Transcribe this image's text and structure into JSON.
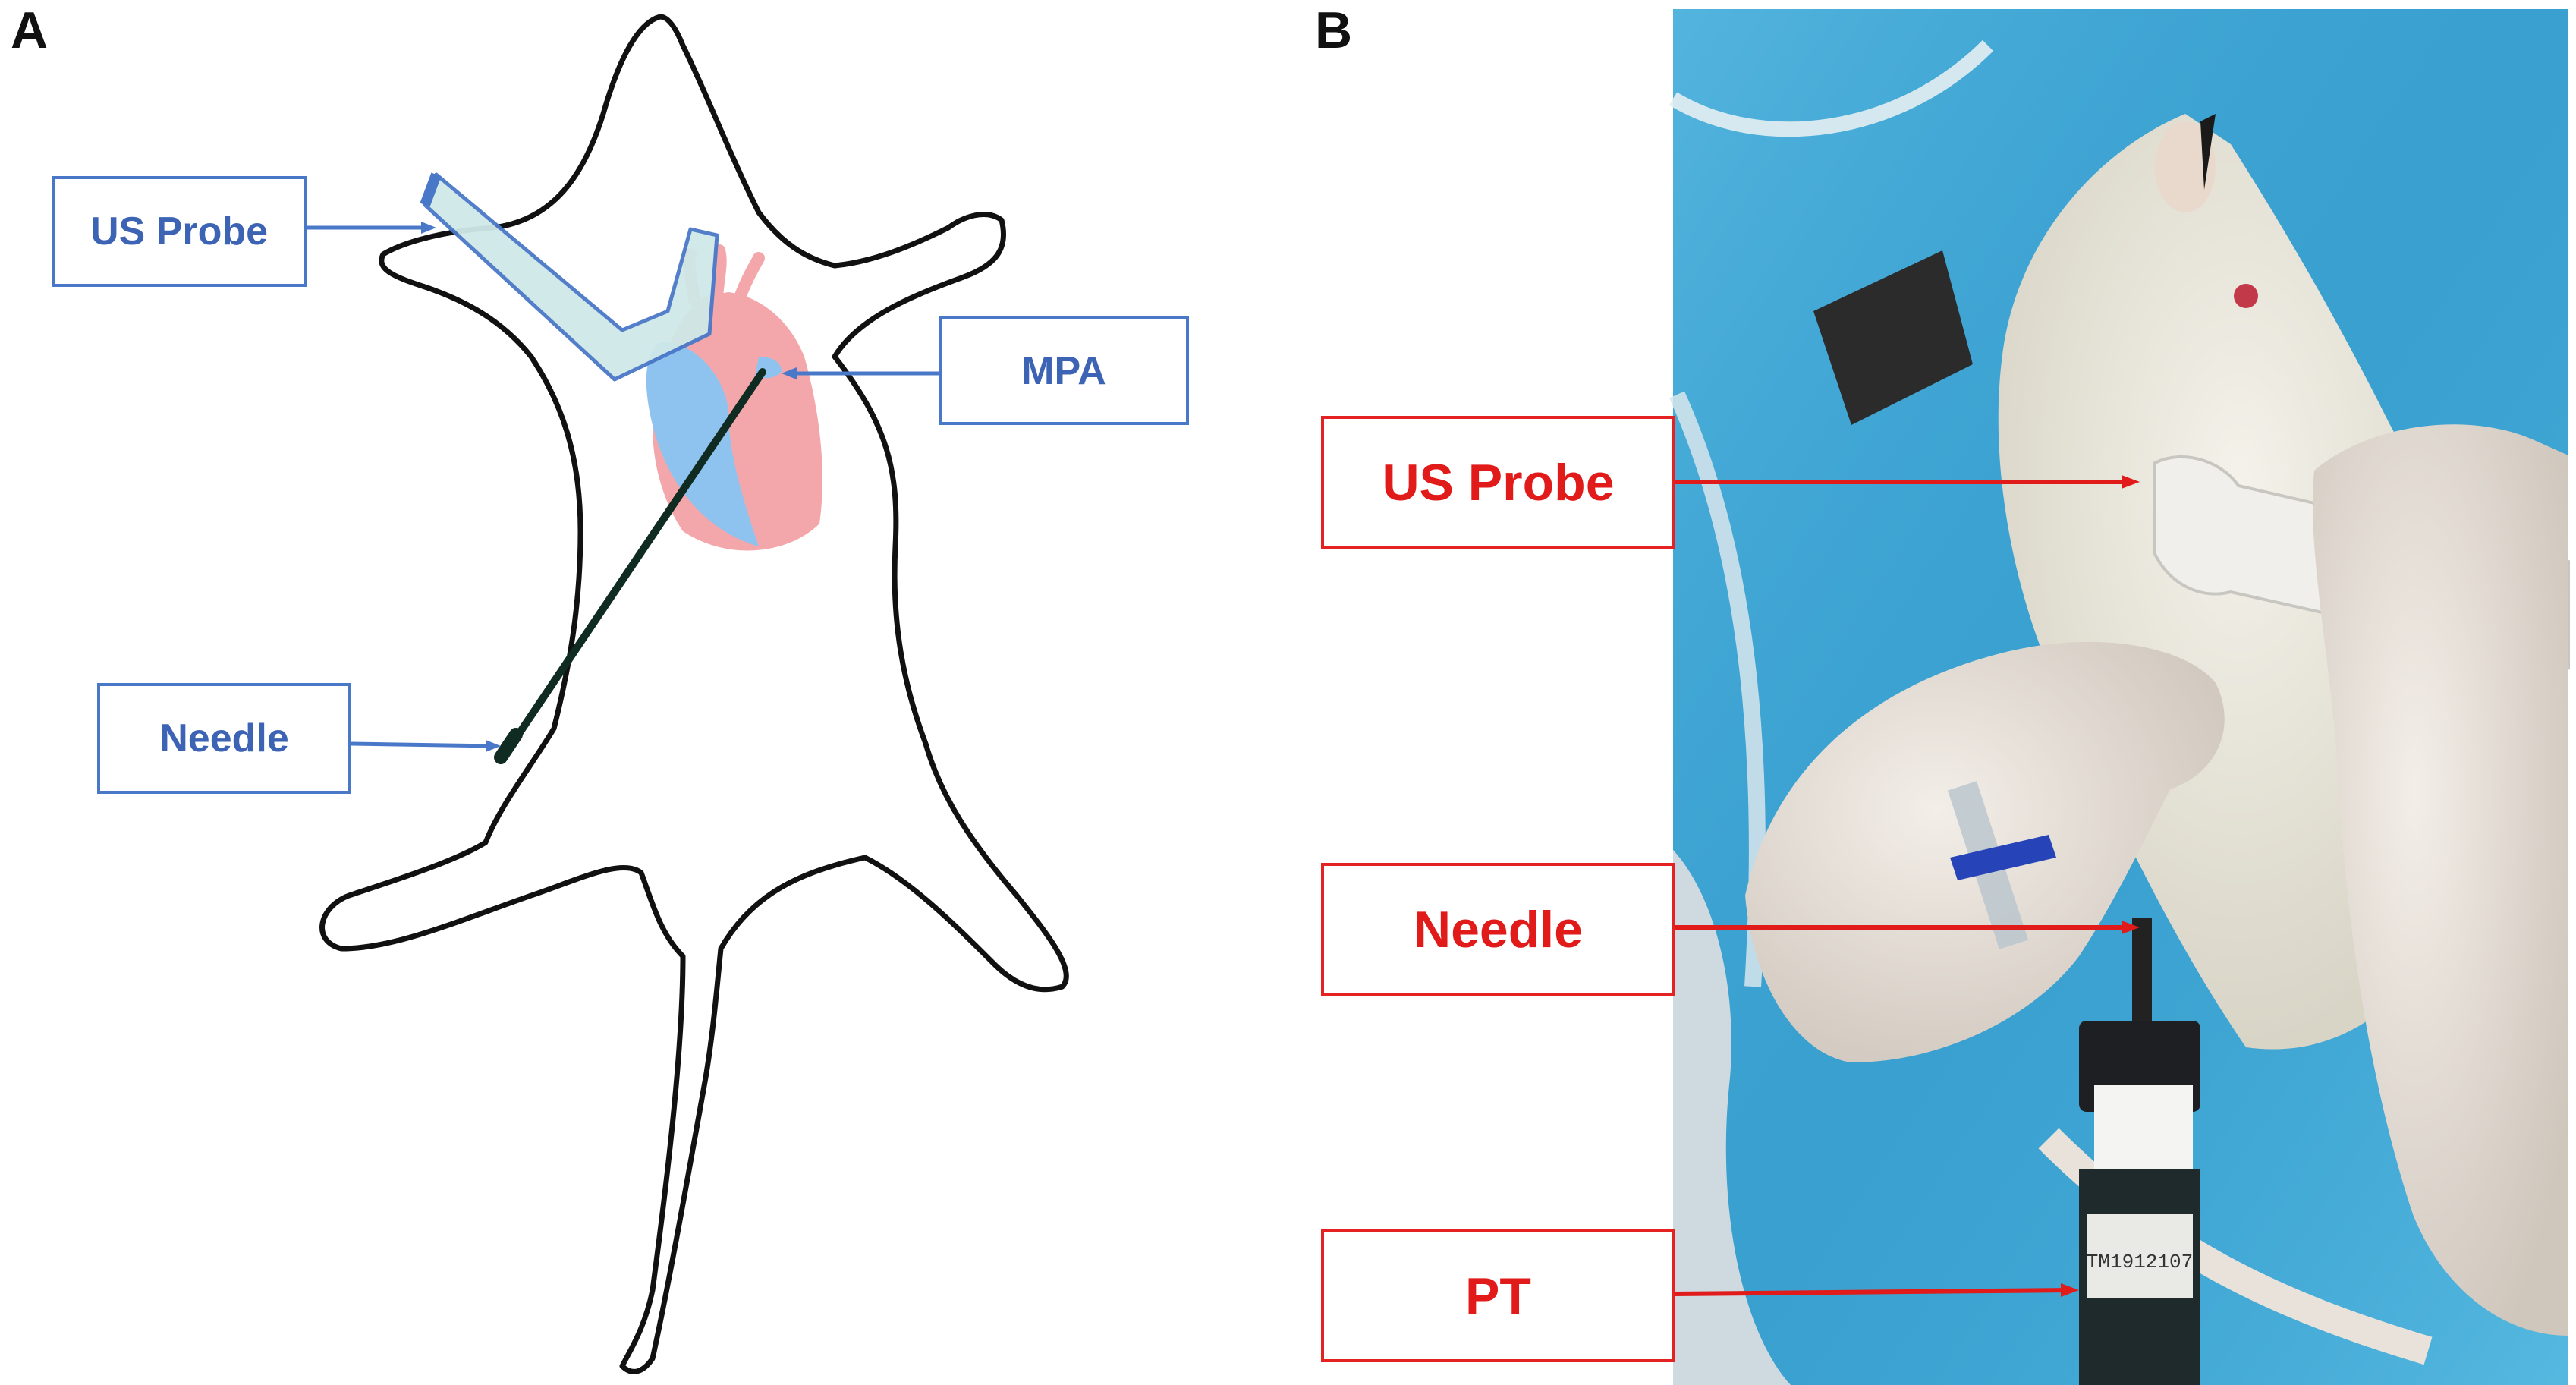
{
  "panelA": {
    "letter": "A",
    "labels": {
      "us_probe": "US Probe",
      "mpa": "MPA",
      "needle": "Needle"
    }
  },
  "panelB": {
    "letter": "B",
    "labels": {
      "us_probe": "US Probe",
      "needle": "Needle",
      "pt": "PT"
    },
    "device_label": "TM1912107"
  },
  "colors": {
    "panelA_label": "#3d64b4",
    "panelB_label": "#e11a1a",
    "heart_red": "#f4a7aa",
    "heart_blue": "#8fc3ef",
    "drape_blue": "#3fa7d6"
  }
}
